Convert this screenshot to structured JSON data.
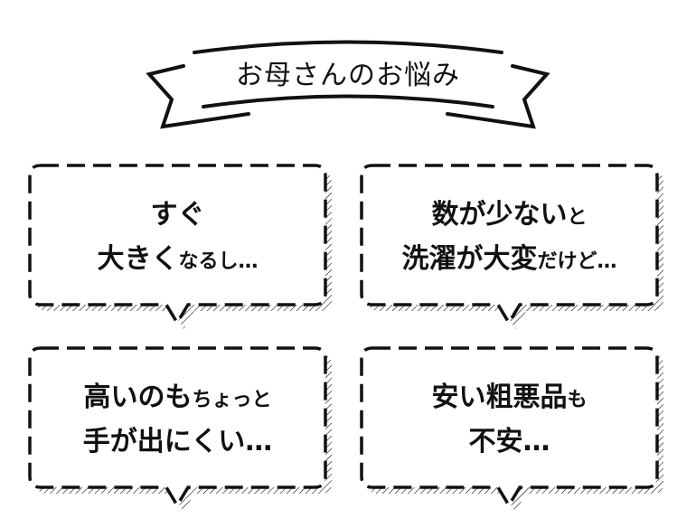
{
  "title": "お母さんのお悩み",
  "colors": {
    "ink": "#111111",
    "background": "#ffffff"
  },
  "bubbles": [
    {
      "line1": {
        "big": "すぐ",
        "small": ""
      },
      "line2": {
        "big": "大きく",
        "small": "なるし…"
      }
    },
    {
      "line1": {
        "big": "数が少ない",
        "small": "と"
      },
      "line2": {
        "big": "洗濯が大変",
        "small": "だけど…"
      }
    },
    {
      "line1": {
        "big": "高いのも",
        "small": "ちょっと"
      },
      "line2": {
        "big": "手が出にくい…",
        "small": ""
      }
    },
    {
      "line1": {
        "big": "安い粗悪品",
        "small": "も"
      },
      "line2": {
        "big": "不安…",
        "small": ""
      }
    }
  ]
}
